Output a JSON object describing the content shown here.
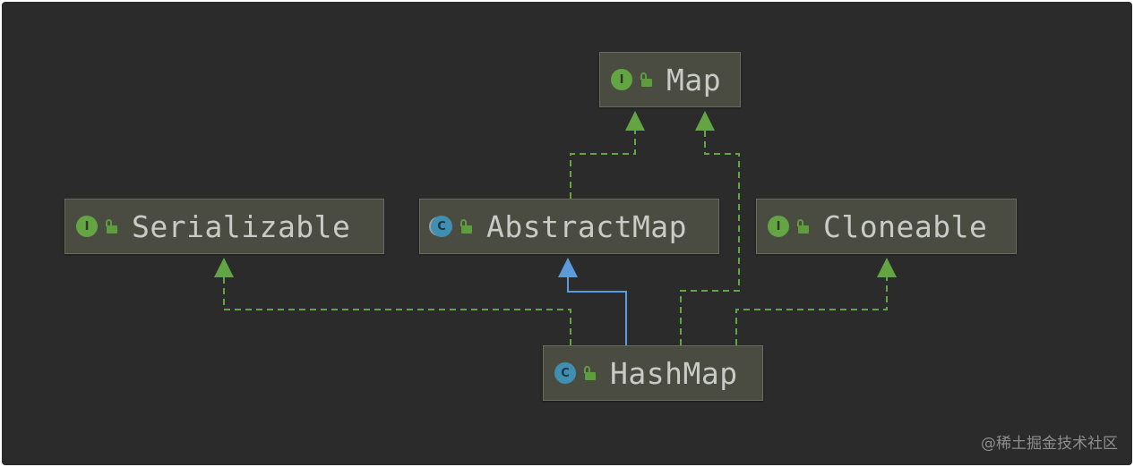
{
  "diagram": {
    "nodes": [
      {
        "id": "map",
        "label": "Map",
        "kind": "interface",
        "badge": "I"
      },
      {
        "id": "serializable",
        "label": "Serializable",
        "kind": "interface",
        "badge": "I"
      },
      {
        "id": "abstractmap",
        "label": "AbstractMap",
        "kind": "abstract",
        "badge": "C"
      },
      {
        "id": "cloneable",
        "label": "Cloneable",
        "kind": "interface",
        "badge": "I"
      },
      {
        "id": "hashmap",
        "label": "HashMap",
        "kind": "class",
        "badge": "C"
      }
    ],
    "edges": [
      {
        "from": "abstractmap",
        "to": "map",
        "type": "implements"
      },
      {
        "from": "hashmap",
        "to": "map",
        "type": "implements"
      },
      {
        "from": "hashmap",
        "to": "serializable",
        "type": "implements"
      },
      {
        "from": "hashmap",
        "to": "abstractmap",
        "type": "extends"
      },
      {
        "from": "hashmap",
        "to": "cloneable",
        "type": "implements"
      }
    ],
    "colors": {
      "background": "#2b2b2b",
      "node_fill": "#4a4b41",
      "implements_edge": "#62a542",
      "extends_edge": "#5b9bdc",
      "interface_badge": "#62a542",
      "class_badge": "#3f8fb3",
      "visibility_lock": "#5d9d3e"
    },
    "icons": {
      "interface": "interface-icon",
      "class": "class-icon",
      "abstract": "abstract-class-icon",
      "visibility": "public-lock-icon"
    }
  },
  "watermark": "@稀土掘金技术社区"
}
